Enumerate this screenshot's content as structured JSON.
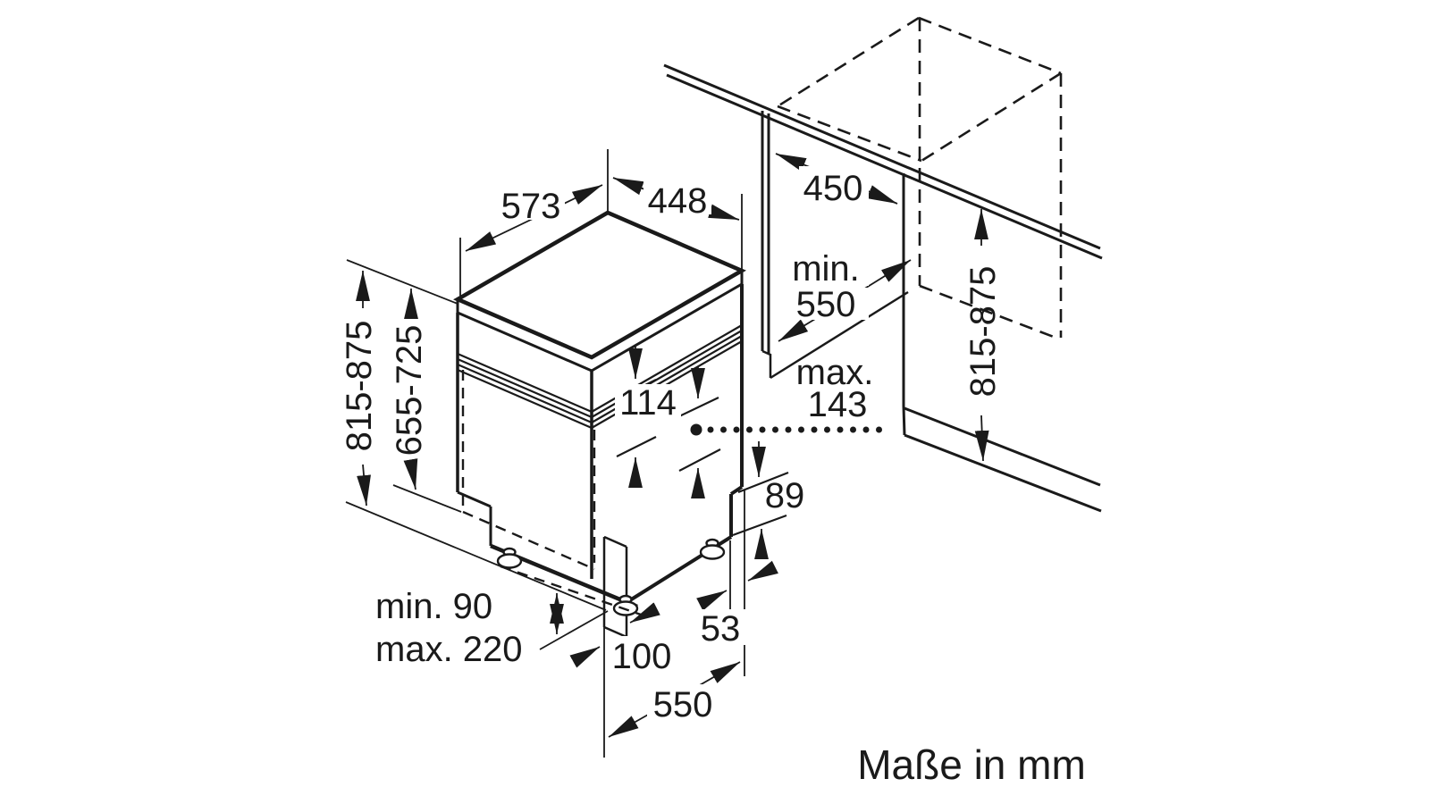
{
  "diagram": {
    "footer": "Maße in mm",
    "colors": {
      "line": "#1a1a1a",
      "background": "#ffffff"
    },
    "dimensions": {
      "appliance_width": "573",
      "appliance_depth_top": "448",
      "niche_width": "450",
      "niche_depth_min_word": "min.",
      "niche_depth_min_value": "550",
      "max_offset_word": "max.",
      "max_offset_value": "143",
      "niche_height_left": "815-875",
      "door_height": "655-725",
      "control_panel_height": "114",
      "notch_height": "89",
      "notch_depth": "53",
      "foot_inset": "100",
      "base_depth": "550",
      "plinth_min": "min. 90",
      "plinth_max": "max. 220",
      "niche_height_right": "815-875"
    }
  }
}
